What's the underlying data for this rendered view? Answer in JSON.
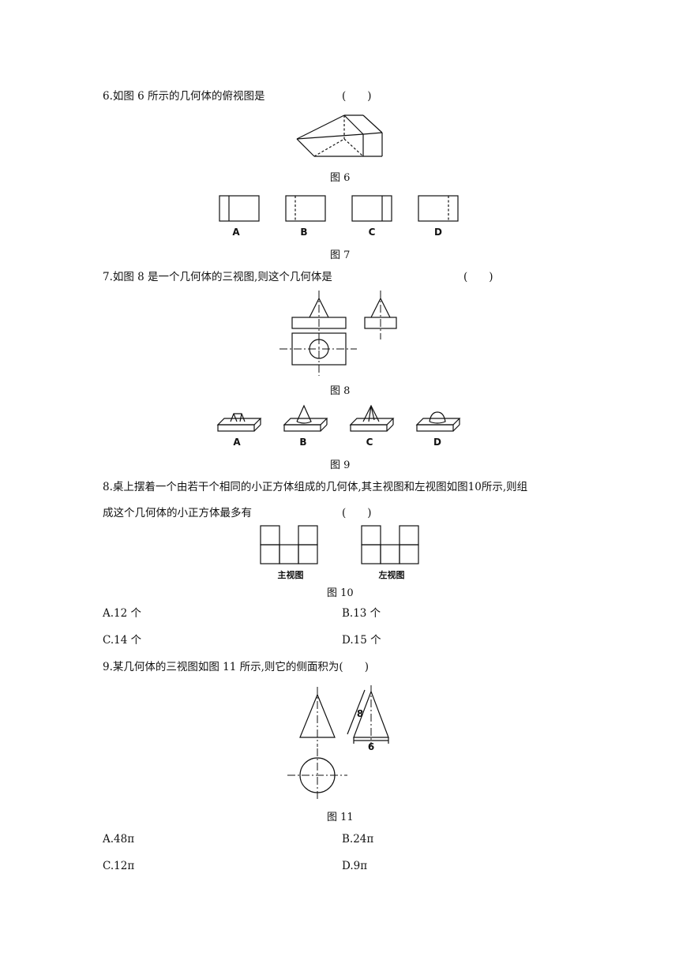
{
  "q6": {
    "text": "6.如图 6 所示的几何体的俯视图是",
    "paren": "(　　)"
  },
  "fig6": {
    "caption": "图 6"
  },
  "fig7": {
    "caption": "图 7",
    "labels": [
      "A",
      "B",
      "C",
      "D"
    ]
  },
  "q7": {
    "text": "7.如图 8 是一个几何体的三视图,则这个几何体是",
    "paren": "(　　)"
  },
  "fig8": {
    "caption": "图 8"
  },
  "fig9": {
    "caption": "图 9",
    "labels": [
      "A",
      "B",
      "C",
      "D"
    ]
  },
  "q8": {
    "line1": "8.桌上摆着一个由若干个相同的小正方体组成的几何体,其主视图和左视图如图10所示,则组",
    "line2": "成这个几何体的小正方体最多有",
    "paren": "(　　)",
    "options": [
      "A.12 个",
      "B.13 个",
      "C.14 个",
      "D.15 个"
    ]
  },
  "fig10": {
    "caption": "图 10",
    "view_labels": [
      "主视图",
      "左视图"
    ]
  },
  "q9": {
    "text": "9.某几何体的三视图如图 11 所示,则它的侧面积为(　　)",
    "options": [
      "A.48π",
      "B.24π",
      "C.12π",
      "D.9π"
    ]
  },
  "fig11": {
    "caption": "图 11",
    "dims": [
      "8",
      "6"
    ]
  }
}
